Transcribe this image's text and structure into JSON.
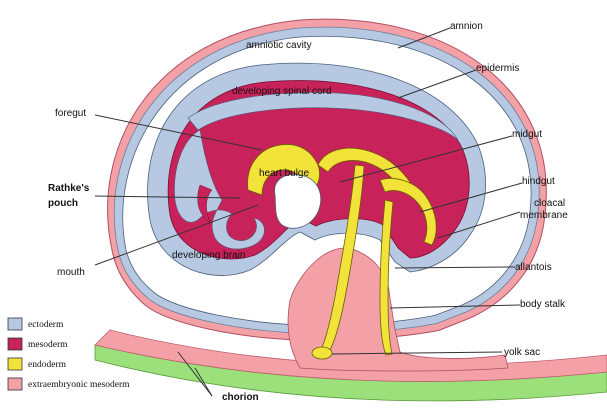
{
  "labels": {
    "amnion": "amnion",
    "amniotic_cavity": "amniotic cavity",
    "epidermis": "epidermis",
    "developing_spinal_cord": "developing spinal cord",
    "foregut": "foregut",
    "midgut": "midgut",
    "heart_bulge": "heart bulge",
    "hindgut": "hindgut",
    "rathkes_pouch_line1": "Rathke's",
    "rathkes_pouch_line2": "pouch",
    "cloacal_membrane_line1": "cloacal",
    "cloacal_membrane_line2": "membrane",
    "developing_brain": "developing brain",
    "allantois": "allantois",
    "mouth": "mouth",
    "body_stalk": "body stalk",
    "yolk_sac": "yolk sac",
    "chorion": "chorion"
  },
  "legend": [
    {
      "label": "ectoderm",
      "color": "#b7c9e2"
    },
    {
      "label": "mesoderm",
      "color": "#c8225a"
    },
    {
      "label": "endoderm",
      "color": "#f2e33a"
    },
    {
      "label": "extraembryonic mesoderm",
      "color": "#f3a0a6"
    }
  ],
  "colors": {
    "ectoderm": "#b7c9e2",
    "mesoderm": "#c8225a",
    "endoderm": "#f2e33a",
    "extraembryonic_mesoderm": "#f3a0a6",
    "chorion": "#9be07a"
  }
}
